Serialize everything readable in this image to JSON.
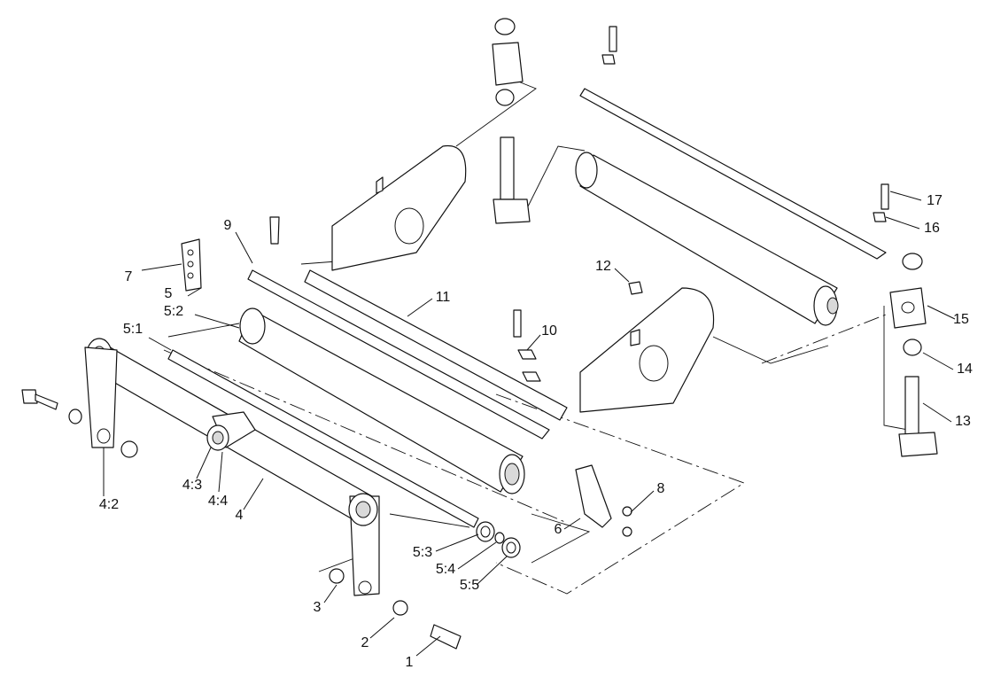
{
  "diagram": {
    "type": "exploded-parts-view",
    "callouts": {
      "p1": "1",
      "p2": "2",
      "p3": "3",
      "p4": "4",
      "p4_2": "4:2",
      "p4_3": "4:3",
      "p4_4": "4:4",
      "p5": "5",
      "p5_1": "5:1",
      "p5_2": "5:2",
      "p5_3": "5:3",
      "p5_4": "5:4",
      "p5_5": "5:5",
      "p6": "6",
      "p7": "7",
      "p8": "8",
      "p9": "9",
      "p10": "10",
      "p11": "11",
      "p12": "12",
      "p13": "13",
      "p14": "14",
      "p15": "15",
      "p16": "16",
      "p17": "17"
    }
  }
}
